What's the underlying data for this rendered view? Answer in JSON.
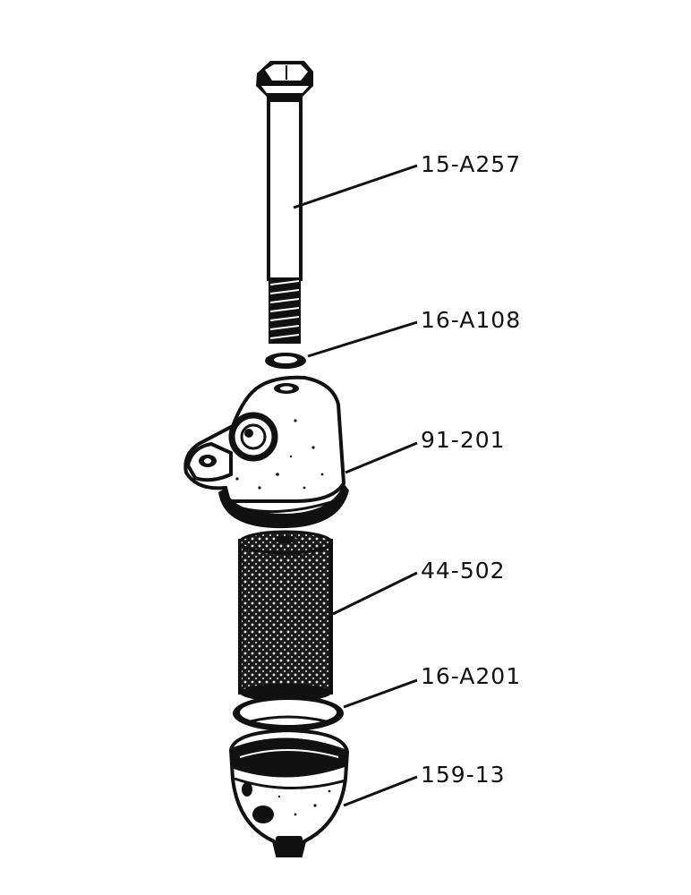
{
  "diagram": {
    "parts": [
      {
        "id": "bolt",
        "part_number": "15-A257"
      },
      {
        "id": "washer",
        "part_number": "16-A108"
      },
      {
        "id": "filter-head",
        "part_number": "91-201"
      },
      {
        "id": "filter-element",
        "part_number": "44-502"
      },
      {
        "id": "gasket",
        "part_number": "16-A201"
      },
      {
        "id": "filter-bowl",
        "part_number": "159-13"
      }
    ],
    "colors": {
      "ink": "#111111",
      "paper": "#ffffff"
    }
  }
}
